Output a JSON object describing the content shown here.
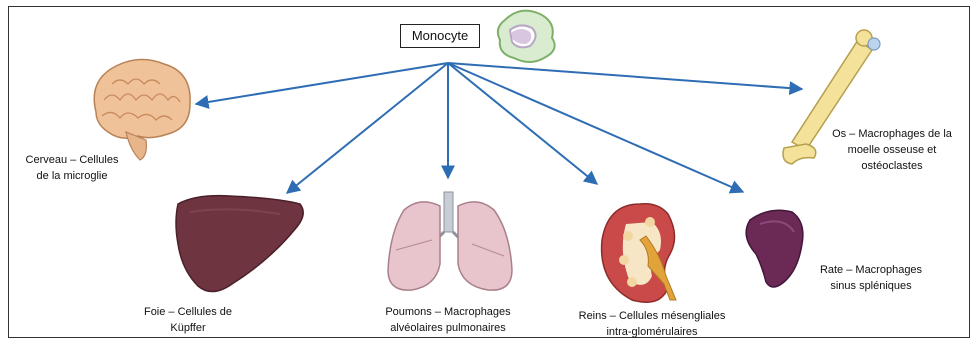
{
  "title": "Monocyte",
  "colors": {
    "arrow": "#2e6db4",
    "liver": "#6e3440",
    "lung": "#e8c4cc",
    "brain": "#f0c29a",
    "bone": "#f4e29a",
    "spleen": "#6a2a55",
    "kidney": "#c94a48"
  },
  "labels": {
    "brain": {
      "line1": "Cerveau – Cellules",
      "line2": "de la microglie",
      "icon": "brain-icon"
    },
    "liver": {
      "line1": "Foie – Cellules de",
      "line2": "Küpffer",
      "icon": "liver-icon"
    },
    "lungs": {
      "line1": "Poumons – Macrophages",
      "line2": "alvéolaires pulmonaires",
      "icon": "lungs-icon"
    },
    "kidney": {
      "line1": "Reins – Cellules mésengliales",
      "line2": "intra-glomérulaires",
      "icon": "kidney-icon"
    },
    "spleen": {
      "line1": "Rate – Macrophages",
      "line2": "sinus spléniques",
      "icon": "spleen-icon"
    },
    "bone": {
      "line1": "Os – Macrophages de la",
      "line2": "moelle osseuse et",
      "line3": "ostéoclastes",
      "icon": "bone-icon"
    }
  }
}
